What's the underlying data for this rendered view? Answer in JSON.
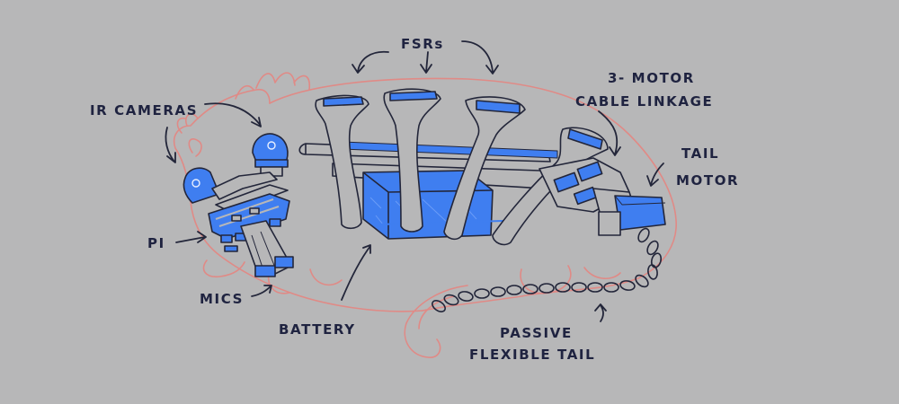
{
  "labels": {
    "fsrs": "FSRs",
    "ir_cameras": "IR CAMERAS",
    "motor_linkage_line1": "3- MOTOR",
    "motor_linkage_line2": "CABLE LINKAGE",
    "tail_motor_line1": "TAIL",
    "tail_motor_line2": "MOTOR",
    "pi": "PI",
    "mics": "MICS",
    "battery": "BATTERY",
    "passive_tail_line1": "PASSIVE",
    "passive_tail_line2": "FLEXIBLE TAIL"
  },
  "colors": {
    "background": "#b7b7b8",
    "ink": "#23263a",
    "blue": "#3f7ef0",
    "outline": "#e08a86"
  }
}
